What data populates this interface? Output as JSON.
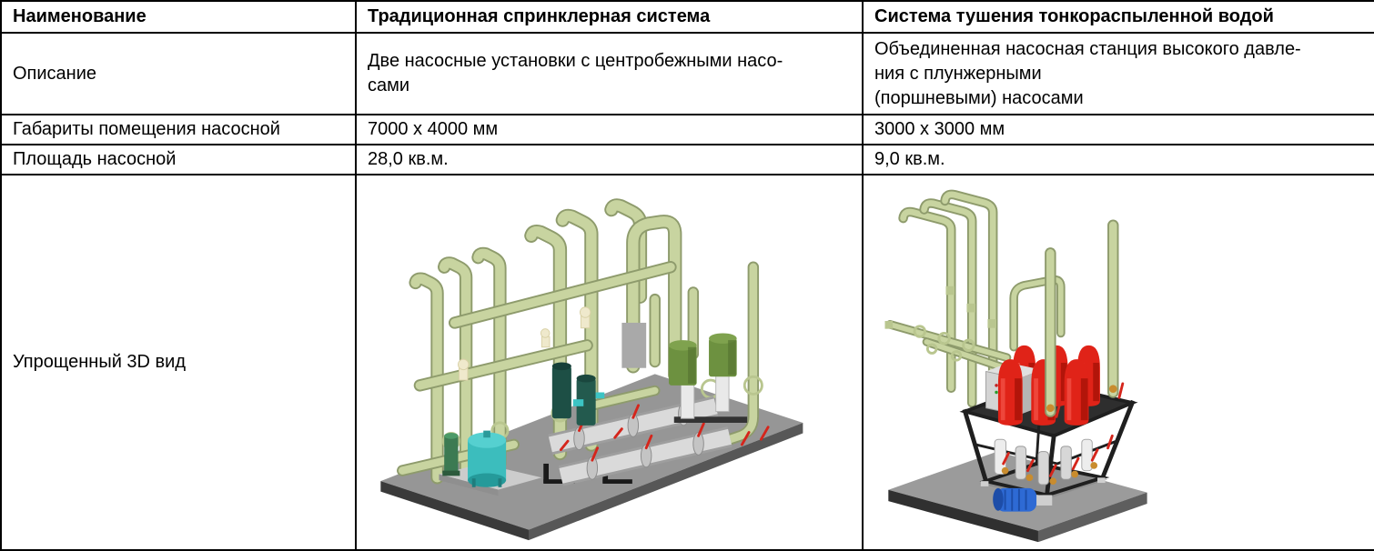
{
  "table": {
    "columns": [
      "Наименование",
      "Традиционная спринклерная система",
      "Система тушения тонкораспыленной водой"
    ],
    "rows": {
      "description": {
        "label": "Описание",
        "traditional": "Две насосные установки с центробежными насо-\nсами",
        "watermist": "Объединенная насосная станция высокого давле-\nния с плунжерными\n(поршневыми) насосами"
      },
      "dimensions": {
        "label": "Габариты помещения насосной",
        "traditional": "7000 x 4000 мм",
        "watermist": "3000 x 3000 мм"
      },
      "area": {
        "label": "Площадь насосной",
        "traditional": "28,0 кв.м.",
        "watermist": "9,0 кв.м."
      },
      "view3d": {
        "label": "Упрощенный 3D вид",
        "traditional_image": "traditional-sprinkler-pump-station-3d-render",
        "watermist_image": "high-pressure-water-mist-pump-skid-3d-render"
      }
    },
    "colors": {
      "border": "#000000",
      "pipe_green": "#c8d4a0",
      "tank_red": "#e02318",
      "tank_teal": "#3cbdbd",
      "motor_olive": "#6d9140",
      "pump_blue": "#2e6ad4",
      "base_gray": "#969696"
    }
  }
}
